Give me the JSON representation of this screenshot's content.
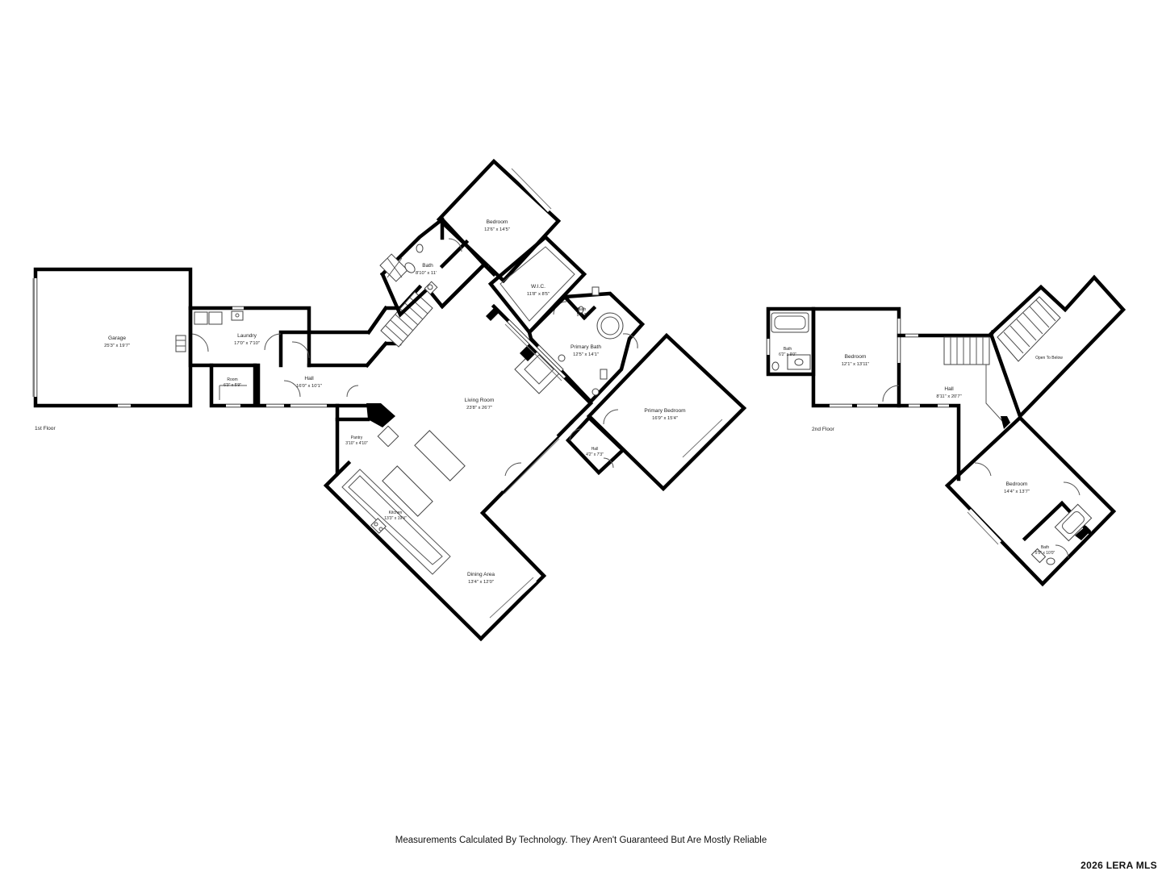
{
  "floors": [
    {
      "label": "1st Floor",
      "rooms": [
        {
          "name": "Garage",
          "dims": "25'3\" x 19'7\""
        },
        {
          "name": "Laundry",
          "dims": "17'0\" x 7'10\""
        },
        {
          "name": "Room",
          "dims": "6'3\" x 5'9\""
        },
        {
          "name": "Hall",
          "dims": "16'0\" x 10'1\""
        },
        {
          "name": "Bath",
          "dims": "8'10\" x 11'"
        },
        {
          "name": "Bedroom",
          "dims": "12'6\" x 14'5\""
        },
        {
          "name": "W.I.C.",
          "dims": "11'8\" x 8'5\""
        },
        {
          "name": "Bath",
          "dims": "5' x 3'"
        },
        {
          "name": "Primary Bath",
          "dims": "12'5\" x 14'1\""
        },
        {
          "name": "Living Room",
          "dims": "23'8\" x 26'7\""
        },
        {
          "name": "Primary Bedroom",
          "dims": "16'9\" x 15'4\""
        },
        {
          "name": "Hall",
          "dims": "4'2\" x 7'3\""
        },
        {
          "name": "Pantry",
          "dims": "3'10\" x 4'10\""
        },
        {
          "name": "Kitchen",
          "dims": "13'3\" x 19'4\""
        },
        {
          "name": "Dining Area",
          "dims": "13'4\" x 12'0\""
        }
      ]
    },
    {
      "label": "2nd Floor",
      "rooms": [
        {
          "name": "Bath",
          "dims": "6'2\" x 9'0\""
        },
        {
          "name": "Bedroom",
          "dims": "12'1\" x 13'11\""
        },
        {
          "name": "Hall",
          "dims": "8'11\" x 20'7\""
        },
        {
          "name": "Open To Below",
          "dims": ""
        },
        {
          "name": "Bedroom",
          "dims": "14'4\" x 13'7\""
        },
        {
          "name": "Bath",
          "dims": "5'5\" x 10'0\""
        }
      ]
    }
  ],
  "footer": {
    "disclaimer": "Measurements Calculated By Technology. They Aren't Guaranteed But Are Mostly Reliable",
    "watermark": "2026 LERA MLS"
  }
}
